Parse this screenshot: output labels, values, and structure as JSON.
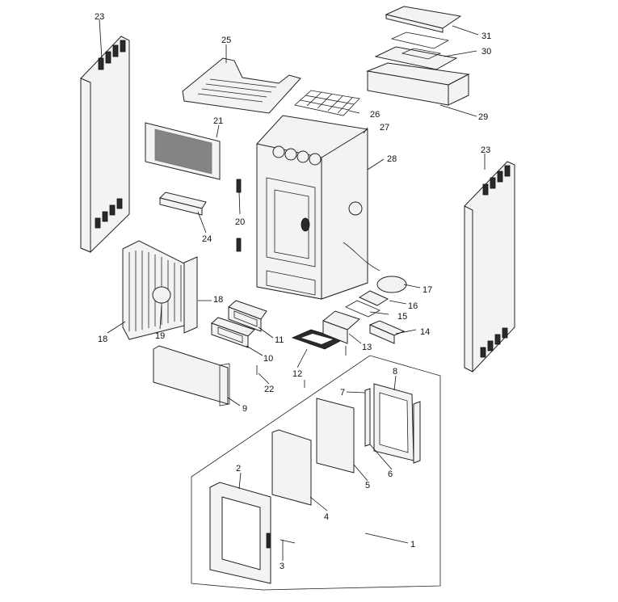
{
  "callouts": [
    {
      "label": "1"
    },
    {
      "label": "2"
    },
    {
      "label": "3"
    },
    {
      "label": "4"
    },
    {
      "label": "5"
    },
    {
      "label": "6"
    },
    {
      "label": "7"
    },
    {
      "label": "8"
    },
    {
      "label": "9"
    },
    {
      "label": "10"
    },
    {
      "label": "11"
    },
    {
      "label": "12"
    },
    {
      "label": "13"
    },
    {
      "label": "14"
    },
    {
      "label": "15"
    },
    {
      "label": "16"
    },
    {
      "label": "17"
    },
    {
      "label": "18"
    },
    {
      "label": "18"
    },
    {
      "label": "19"
    },
    {
      "label": "20"
    },
    {
      "label": "21"
    },
    {
      "label": "22"
    },
    {
      "label": "23"
    },
    {
      "label": "23"
    },
    {
      "label": "24"
    },
    {
      "label": "25"
    },
    {
      "label": "26"
    },
    {
      "label": "27"
    },
    {
      "label": "28"
    },
    {
      "label": "29"
    },
    {
      "label": "30"
    },
    {
      "label": "31"
    }
  ]
}
